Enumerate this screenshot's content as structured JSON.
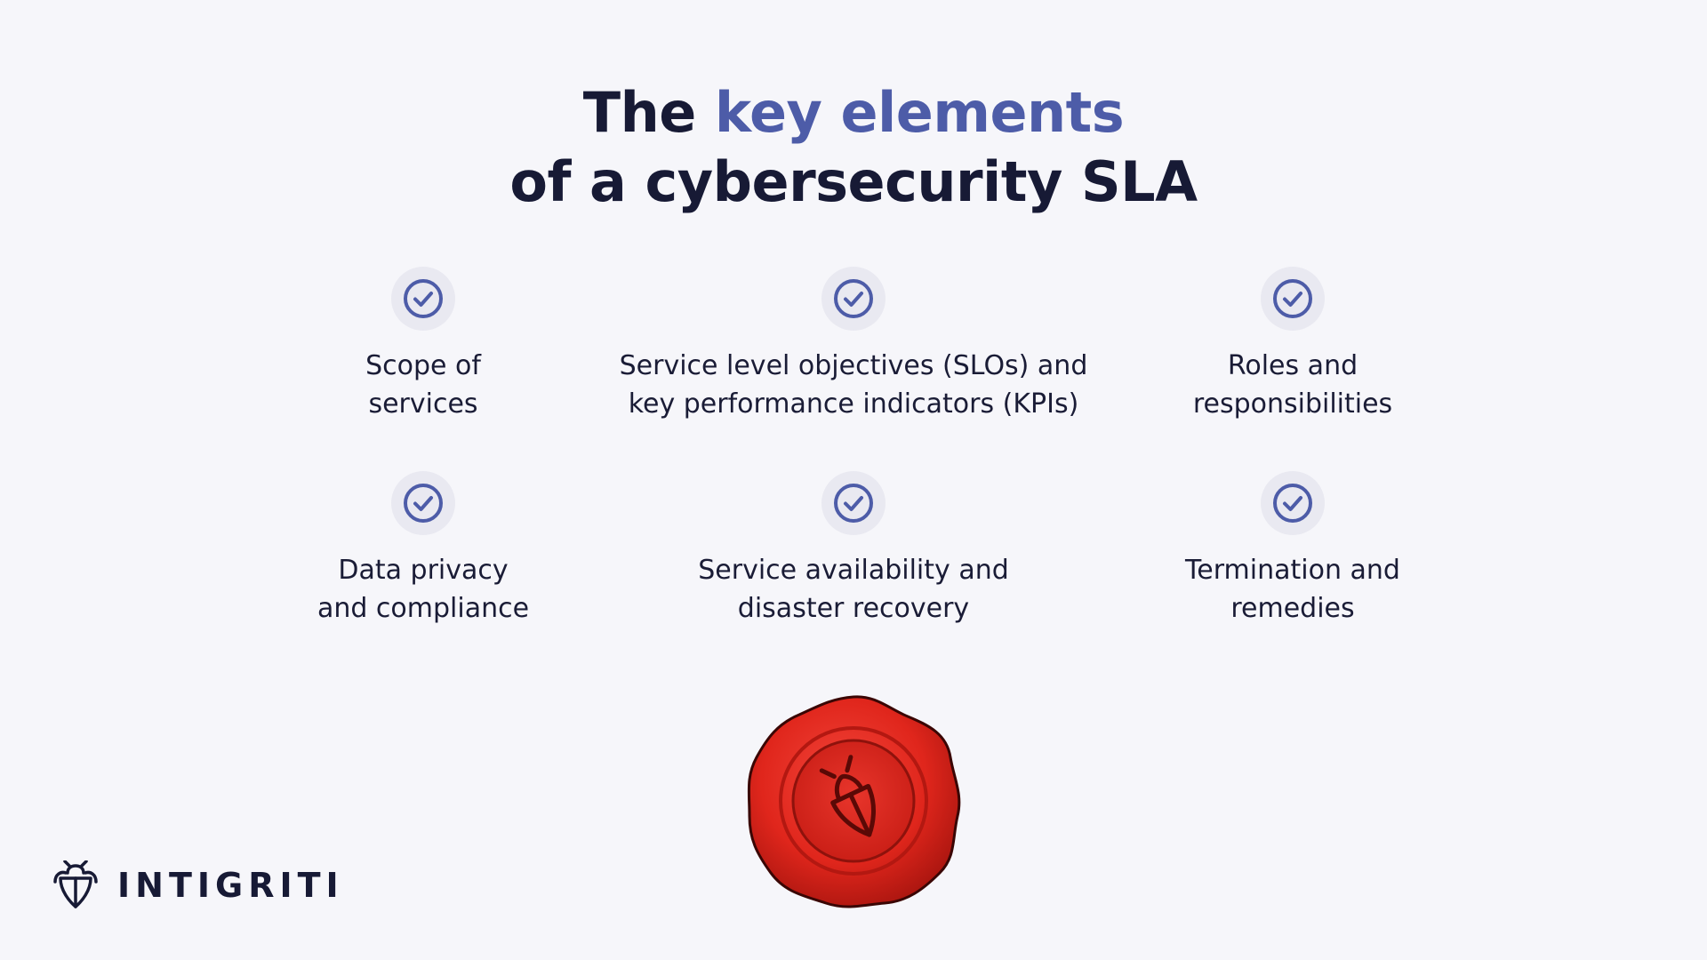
{
  "title": {
    "line1_prefix": "The ",
    "line1_accent": "key elements",
    "line2": "of a cybersecurity SLA"
  },
  "items": [
    {
      "label": "Scope of\nservices",
      "icon": "check-circle-icon"
    },
    {
      "label": "Service level objectives (SLOs) and\nkey performance indicators (KPIs)",
      "icon": "check-circle-icon"
    },
    {
      "label": "Roles and\nresponsibilities",
      "icon": "check-circle-icon"
    },
    {
      "label": "Data privacy\nand compliance",
      "icon": "check-circle-icon"
    },
    {
      "label": "Service availability and\ndisaster recovery",
      "icon": "check-circle-icon"
    },
    {
      "label": "Termination and\nremedies",
      "icon": "check-circle-icon"
    }
  ],
  "logo": {
    "text": "INTIGRITI",
    "icon": "intigriti-bug-logo-icon"
  },
  "seal": {
    "icon": "wax-seal-icon"
  },
  "colors": {
    "background": "#f6f6fa",
    "title": "#171a35",
    "accent": "#4d5ca8",
    "check": "#4d5ca8",
    "seal": "#e1261c"
  }
}
